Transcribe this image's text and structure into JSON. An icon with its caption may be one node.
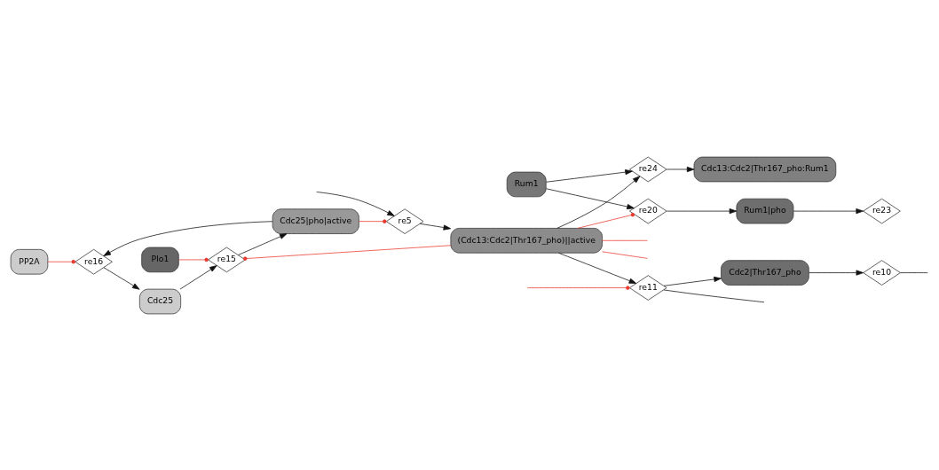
{
  "diagram": {
    "nodes": [
      {
        "text": [
          "PP2A"
        ]
      },
      {
        "text": [
          "re16"
        ]
      },
      {
        "text": [
          "Cdc25"
        ]
      },
      {
        "text": [
          "Cdc25|pho|active"
        ]
      },
      {
        "text": [
          "re5"
        ]
      },
      {
        "text": [
          "re15"
        ]
      },
      {
        "text": [
          "Plo1"
        ]
      },
      {
        "text": [
          "Rum1|pho"
        ]
      },
      {
        "text": [
          "re23"
        ]
      },
      {
        "text": [
          "re20"
        ]
      },
      {
        "text": [
          "Rum1"
        ]
      },
      {
        "text": [
          "Cdc13:Cdc2|Thr167_pho:Rum1"
        ]
      },
      {
        "text": [
          "re24"
        ]
      },
      {
        "text": [
          "(Cdc13:Cdc2|Thr167_pho)||active"
        ]
      },
      {
        "text": [
          "Cdc2|Thr167_pho"
        ]
      },
      {
        "text": [
          "re10"
        ]
      },
      {
        "text": [
          "re11"
        ]
      }
    ],
    "edges": [
      {
        "from": 0,
        "to": 1,
        "arrow": "other",
        "color": "#e8392e"
      },
      {
        "from": 3,
        "to": 1,
        "arrow": "to"
      },
      {
        "from": 1,
        "to": 2,
        "arrow": "to"
      },
      {
        "from": 2,
        "to": 5,
        "arrow": "to"
      },
      {
        "from": 5,
        "to": 3,
        "arrow": "to"
      },
      {
        "from": 6,
        "to": 5,
        "arrow": "other",
        "color": "#e8392e"
      },
      {
        "from": 13,
        "to": 5,
        "arrow": "other",
        "color": "#e8392e"
      },
      {
        "from": 3,
        "to": 4,
        "arrow": "other",
        "color": "#e8392e"
      },
      {
        "from": null,
        "to": 4,
        "arrow": "to"
      },
      {
        "from": 4,
        "to": 13,
        "arrow": "to"
      },
      {
        "from": 13,
        "to": null,
        "arrow": "none",
        "color": "#e8392e"
      },
      {
        "from": 13,
        "to": 9,
        "arrow": "other",
        "color": "#e8392e"
      },
      {
        "from": 10,
        "to": 9,
        "arrow": "to"
      },
      {
        "from": 9,
        "to": 7,
        "arrow": "to"
      },
      {
        "from": 7,
        "to": 8,
        "arrow": "to"
      },
      {
        "from": 10,
        "to": 12,
        "arrow": "to"
      },
      {
        "from": 13,
        "to": 12,
        "arrow": "to"
      },
      {
        "from": 12,
        "to": 11,
        "arrow": "to"
      },
      {
        "from": 13,
        "to": 16,
        "arrow": "to"
      },
      {
        "from": 13,
        "to": null,
        "arrow": "none",
        "color": "#e8392e"
      },
      {
        "from": 16,
        "to": 14,
        "arrow": "to"
      },
      {
        "from": 14,
        "to": 15,
        "arrow": "to"
      },
      {
        "from": 15,
        "to": null,
        "arrow": "none"
      },
      {
        "from": 16,
        "to": null,
        "arrow": "none"
      },
      {
        "from": null,
        "to": 16,
        "arrow": "other",
        "color": "#e8392e"
      }
    ]
  }
}
